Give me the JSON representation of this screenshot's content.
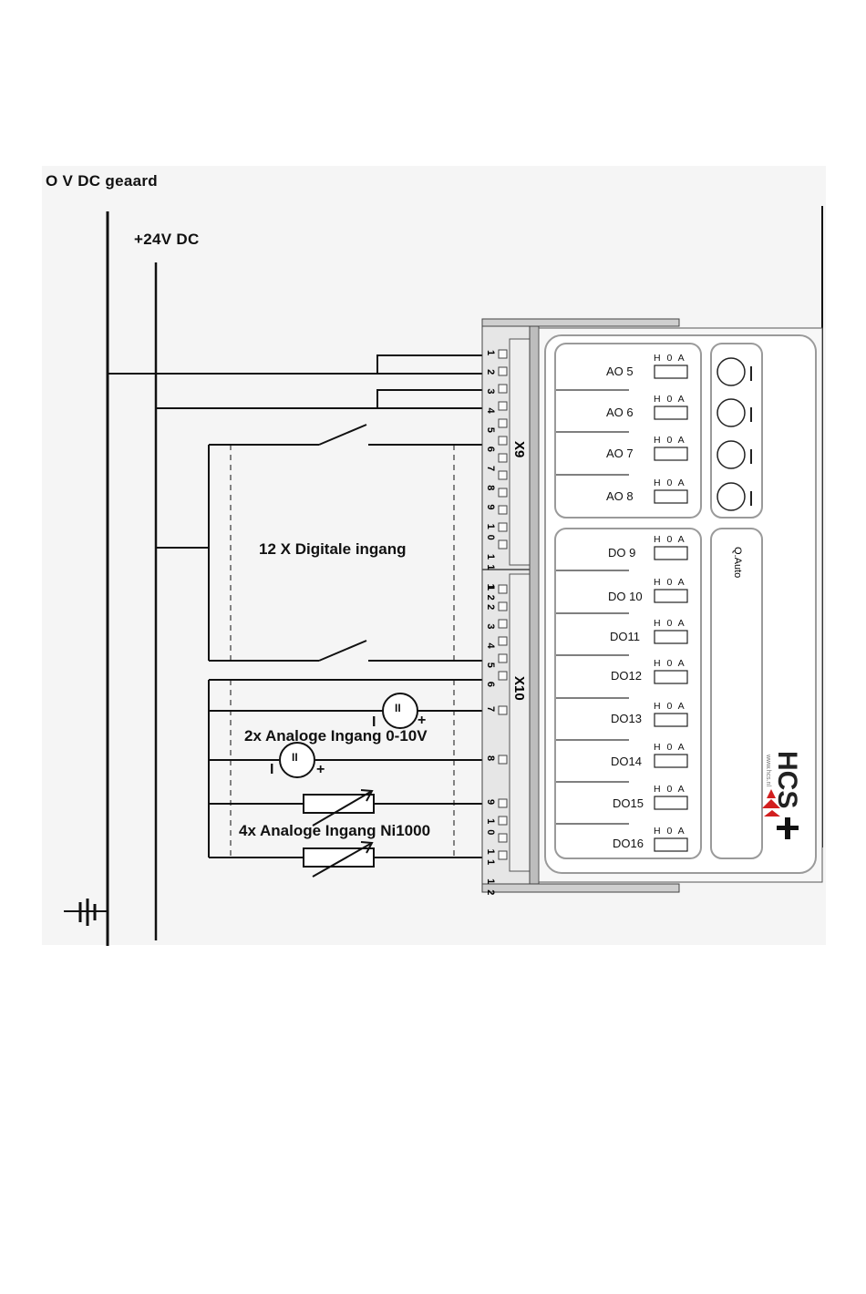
{
  "rails": {
    "ground_label": "O V DC geaard",
    "supply_label": "+24V DC"
  },
  "blocks": {
    "digital_label": "12 X Digitale ingang",
    "analog_010_label": "2x Analoge Ingang 0-10V",
    "analog_ni_label": "4x Analoge Ingang Ni1000"
  },
  "polarity": {
    "minus": "I",
    "plus": "+",
    "source_symbol": "II"
  },
  "connectors": {
    "x9": {
      "name": "X9",
      "terminals": "1 2 3 4 5 6 7 8 9 10 11 12"
    },
    "x10": {
      "name": "X10",
      "terminals_a": "1 2 3 4 5 6",
      "terminal_7": "7",
      "terminal_8": "8",
      "terminals_b": "9 10 11 12"
    }
  },
  "module": {
    "hoa_label": "H 0 A",
    "ao_channels": [
      "AO 5",
      "AO 6",
      "AO 7",
      "AO 8"
    ],
    "do_channels": [
      "DO 9",
      "DO 10",
      "DO11",
      "DO12",
      "DO13",
      "DO14",
      "DO15",
      "DO16"
    ],
    "auto_label": "Q.Auto",
    "brand": "HCS",
    "brand_sub": "www.hcs.nl"
  }
}
